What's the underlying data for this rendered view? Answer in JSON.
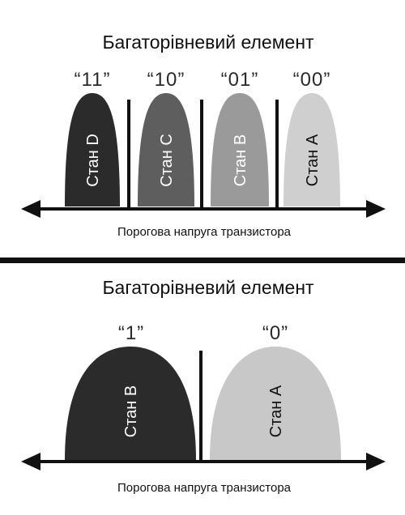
{
  "top": {
    "title": "Багаторівневий елемент",
    "axis_label": "Порогова напруга транзистора",
    "states": [
      {
        "code": "“11”",
        "label": "Стан D",
        "fill": "#2b2b2b",
        "text_color": "#ffffff"
      },
      {
        "code": "“10”",
        "label": "Стан C",
        "fill": "#5e5e5e",
        "text_color": "#ffffff"
      },
      {
        "code": "“01”",
        "label": "Стан B",
        "fill": "#9a9a9a",
        "text_color": "#ffffff"
      },
      {
        "code": "“00”",
        "label": "Стан A",
        "fill": "#cfcfcf",
        "text_color": "#111111"
      }
    ]
  },
  "bottom": {
    "title": "Багаторівневий елемент",
    "axis_label": "Порогова напруга транзистора",
    "states": [
      {
        "code": "“1”",
        "label": "Стан B",
        "fill": "#2b2b2b",
        "text_color": "#ffffff"
      },
      {
        "code": "“0”",
        "label": "Стан A",
        "fill": "#c8c8c8",
        "text_color": "#111111"
      }
    ]
  }
}
